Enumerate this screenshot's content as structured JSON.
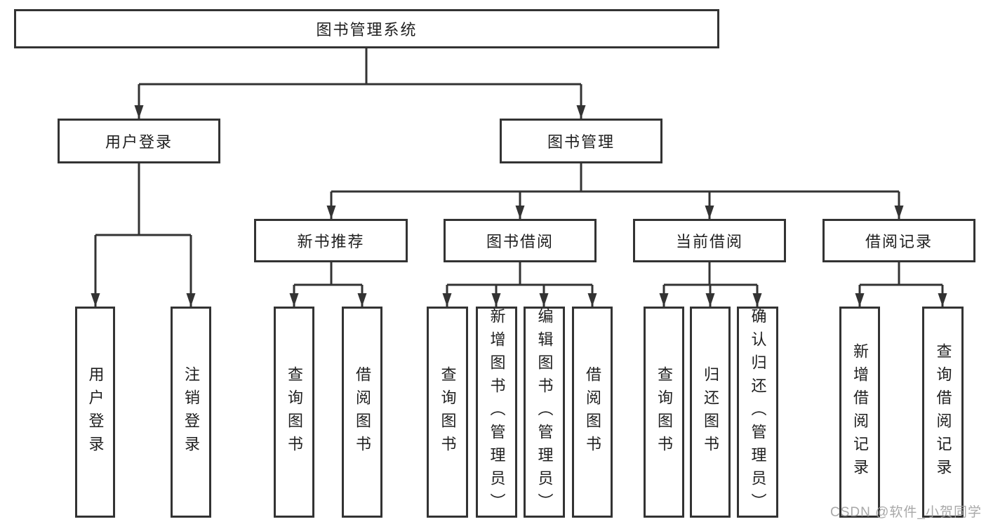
{
  "diagram": {
    "root": {
      "label": "图书管理系统"
    },
    "level2": {
      "user_login": {
        "label": "用户登录"
      },
      "book_management": {
        "label": "图书管理"
      }
    },
    "level3": {
      "new_book_recommend": {
        "label": "新书推荐"
      },
      "book_borrow": {
        "label": "图书借阅"
      },
      "current_borrow": {
        "label": "当前借阅"
      },
      "borrow_records": {
        "label": "借阅记录"
      }
    },
    "leaves": {
      "user_login": {
        "label": "用户登录"
      },
      "logout": {
        "label": "注销登录"
      },
      "nb_query_books": {
        "label": "查询图书"
      },
      "nb_borrow_books": {
        "label": "借阅图书"
      },
      "bb_query_books": {
        "label": "查询图书"
      },
      "bb_add_books": {
        "label": "新增图书（管理员）"
      },
      "bb_edit_books": {
        "label": "编辑图书（管理员）"
      },
      "bb_borrow_books": {
        "label": "借阅图书"
      },
      "cb_query_books": {
        "label": "查询图书"
      },
      "cb_return_books": {
        "label": "归还图书"
      },
      "cb_confirm_return": {
        "label": "确认归还（管理员）"
      },
      "br_add_record": {
        "label": "新增借阅记录"
      },
      "br_query_record": {
        "label": "查询借阅记录"
      }
    },
    "watermark": "CSDN @软件_小贺同学",
    "colors": {
      "line": "#333333",
      "text": "#1f1f1f",
      "watermark": "#9e9e9e",
      "background": "#ffffff"
    }
  }
}
